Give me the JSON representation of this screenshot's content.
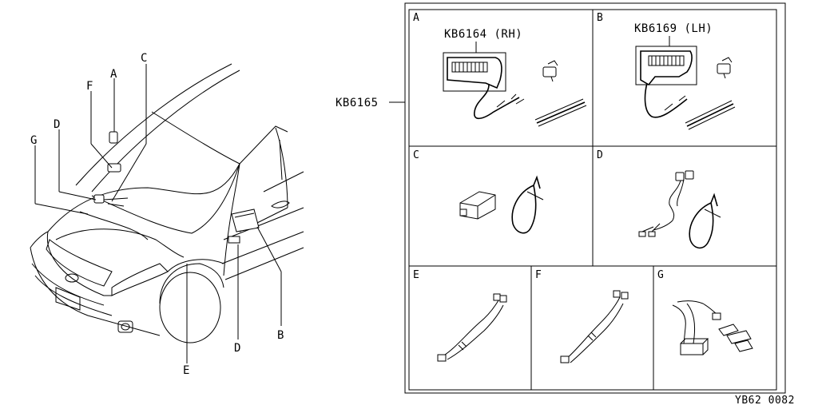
{
  "callouts": [
    "A",
    "B",
    "C",
    "D",
    "E",
    "F",
    "G"
  ],
  "car_callouts": {
    "A": "A",
    "B": "B",
    "C": "C",
    "D_top": "D",
    "D_bottom": "D",
    "E": "E",
    "F": "F",
    "G": "G"
  },
  "kit_label": "KB6165",
  "panels": {
    "A": {
      "letter": "A",
      "part": "KB6164 (RH)"
    },
    "B": {
      "letter": "B",
      "part": "KB6169 (LH)"
    },
    "C": {
      "letter": "C"
    },
    "D": {
      "letter": "D"
    },
    "E": {
      "letter": "E"
    },
    "F": {
      "letter": "F"
    },
    "G": {
      "letter": "G"
    }
  },
  "diagram_code": "YB62 0082"
}
